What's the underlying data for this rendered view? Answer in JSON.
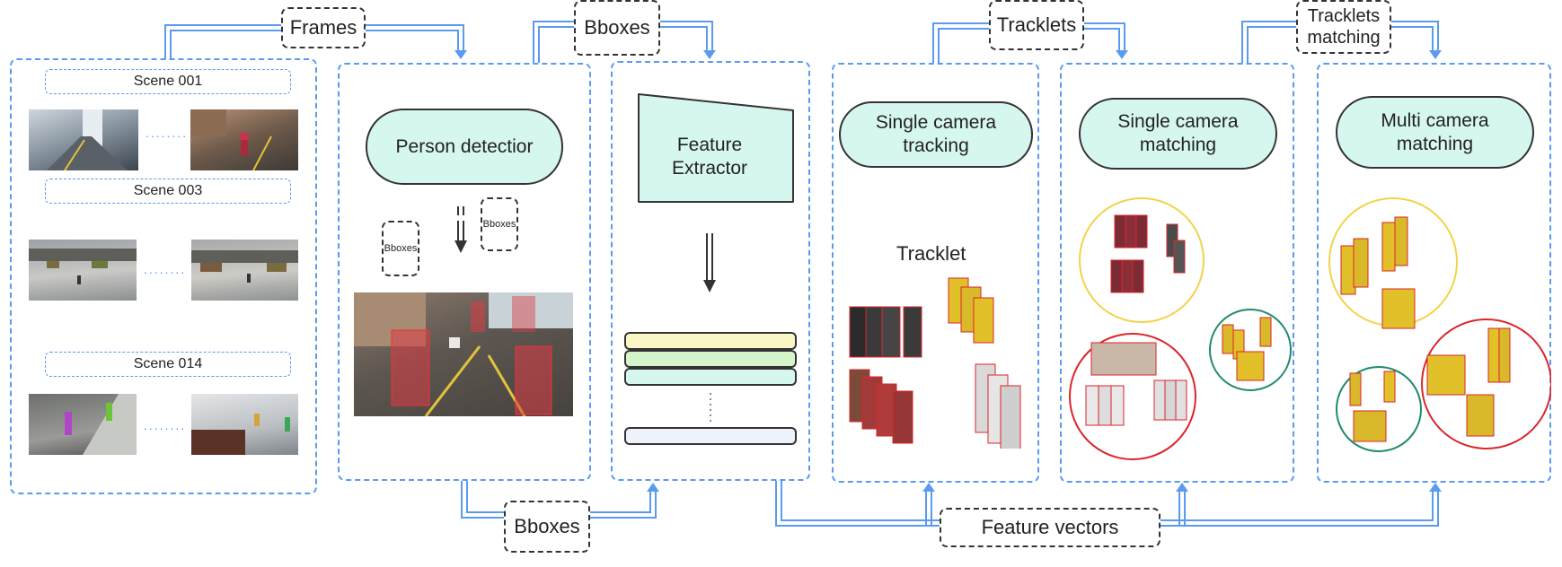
{
  "tags": {
    "frames": "Frames",
    "bboxes_top": "Bboxes",
    "tracklets": "Tracklets",
    "tracklets_matching": "Tracklets matching",
    "bboxes_bottom": "Bboxes",
    "feature_vectors": "Feature vectors",
    "bboxes_small_a": "Bboxes",
    "bboxes_small_b": "Bboxes"
  },
  "scenes": {
    "s1": "Scene 001",
    "s3": "Scene 003",
    "s14": "Scene 014",
    "dots": "........"
  },
  "modules": {
    "person_detection": "Person detectior",
    "feature_extractor": "Feature Extractor",
    "single_tracking": "Single camera tracking",
    "single_matching": "Single camera matching",
    "multi_matching": "Multi camera matching"
  },
  "tracklet_label": "Tracklet",
  "colors": {
    "accent_blue": "#5b9bef",
    "mint": "#d6f7ef",
    "cluster_yellow": "#f2d34a",
    "cluster_red": "#d9262b",
    "cluster_green": "#1f8a6e"
  }
}
